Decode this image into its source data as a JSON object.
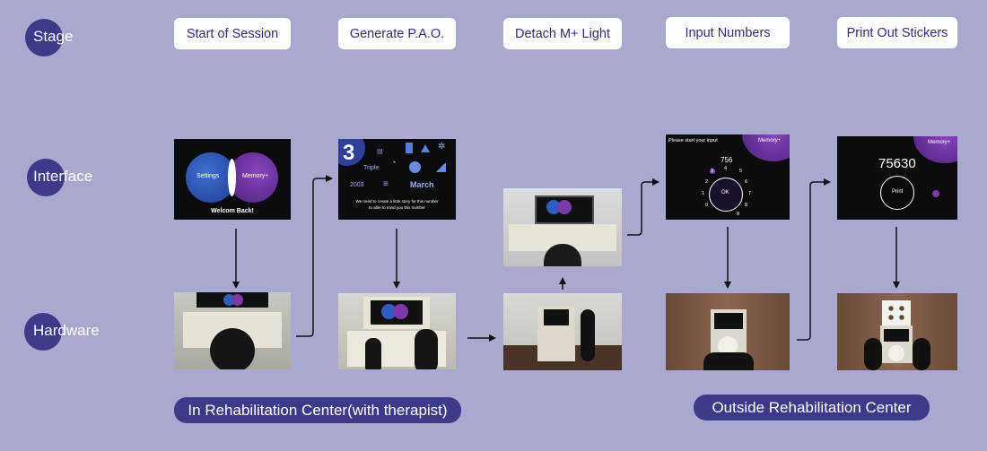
{
  "rows": {
    "stage": "Stage",
    "interface": "Interface",
    "hardware": "Hardware"
  },
  "stages": [
    "Start of Session",
    "Generate P.A.O.",
    "Detach M+ Light",
    "Input Numbers",
    "Print Out Stickers"
  ],
  "screen1": {
    "left": "Settings",
    "right": "Memory+",
    "caption": "Welcom Back!"
  },
  "screen2": {
    "number": "3",
    "triple": "Triple",
    "year": "2003",
    "month": "March",
    "caption1": "We need to create a little story for this number",
    "caption2": "to able to mind you this number"
  },
  "screen4": {
    "prompt": "Please start your input",
    "brand": "Memory+",
    "value": "756",
    "ok": "OK",
    "digits": [
      "1",
      "2",
      "3",
      "4",
      "5",
      "6",
      "7",
      "8",
      "9",
      "0"
    ]
  },
  "screen5": {
    "brand": "Memory+",
    "value": "75630",
    "print": "Print"
  },
  "footer": {
    "left": "In Rehabilitation Center(with therapist)",
    "right": "Outside Rehabilitation Center"
  },
  "colors": {
    "background": "#a9a8ce",
    "accent": "#3d3a8a",
    "blue": "#2f5cc0",
    "purple": "#7a3aa8"
  }
}
